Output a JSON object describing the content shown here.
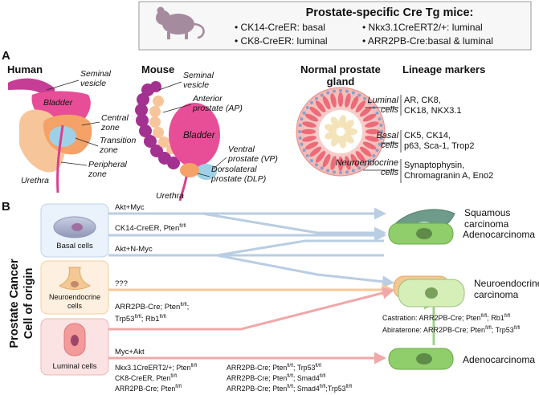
{
  "top_box": {
    "title": "Prostate-specific Cre Tg mice:",
    "items": [
      "CK14-CreER: basal",
      "CK8-CreER: luminal",
      "Nkx3.1CreERT2/+: luminal",
      "ARR2PB-Cre:basal & luminal"
    ]
  },
  "panel_a": {
    "label": "A",
    "human": {
      "title": "Human",
      "seminal": [
        "Seminal",
        "vesicle"
      ],
      "bladder": "Bladder",
      "central": [
        "Central",
        "zone"
      ],
      "transition": [
        "Transition",
        "zone"
      ],
      "peripheral": [
        "Peripheral",
        "zone"
      ],
      "urethra": "Urethra"
    },
    "mouse": {
      "title": "Mouse",
      "seminal": [
        "Seminal",
        "vesicle"
      ],
      "anterior": [
        "Anterior",
        "prostate (AP)"
      ],
      "bladder": "Bladder",
      "ventral": [
        "Ventral",
        "prostate (VP)"
      ],
      "dorsolateral": [
        "Dorsolateral",
        "prostate (DLP)"
      ],
      "urethra": "Urethra"
    },
    "normal": {
      "title": [
        "Normal prostate",
        "gland"
      ],
      "luminal": [
        "Luminal",
        "cells"
      ],
      "basal": [
        "Basal",
        "cells"
      ],
      "neuro": [
        "Neuroendocrine",
        "cells"
      ]
    },
    "lineage": {
      "title": "Lineage markers",
      "luminal": [
        "AR, CK8,",
        "CK18, NKX3.1"
      ],
      "basal": [
        "CK5, CK14,",
        "p63, Sca-1, Trop2"
      ],
      "neuro": [
        "Synaptophysin,",
        "Chromagranin A, Eno2"
      ]
    }
  },
  "panel_b": {
    "label": "B",
    "side_title": [
      "Prostate Cancer",
      "Cell of origin"
    ],
    "cells": {
      "basal": "Basal cells",
      "neuro": [
        "Neuroendocrine",
        "cells"
      ],
      "luminal": "Luminal cells"
    },
    "arrows": {
      "akt_myc": "Akt+Myc",
      "ck14": "CK14-CreER, Pten",
      "ck14_sup": "fl/fl",
      "akt_nmyc": "Akt+N-Myc",
      "qqq": "???",
      "arr_line1": "ARR2PB-Cre; Pten",
      "arr_line1_sup": "fl/fl",
      "arr_line1_end": ";",
      "arr_line2a": "Trp53",
      "arr_line2a_sup": "fl/fl",
      "arr_line2b": "; Rb1",
      "arr_line2b_sup": "fl/fl",
      "myc_akt": "Myc+Akt"
    },
    "outcomes": {
      "squamous": [
        "Squamous",
        "carcinoma"
      ],
      "adeno_top": "Adenocarcinoma",
      "neuro": [
        "Neuroendocrine",
        "carcinoma"
      ],
      "adeno_bottom": "Adenocarcinoma"
    },
    "neuro_notes": {
      "castration": "Castration: ARR2PB-Cre; Pten",
      "castration_sup1": "fl/fl",
      "castration_mid": "; Rb1",
      "castration_sup2": "fl/fl",
      "abiraterone": "Abiraterone: ARR2PB-Cre; Pten",
      "abiraterone_sup1": "fl/fl",
      "abiraterone_mid": "; Trp53",
      "abiraterone_sup2": "fl/fl"
    },
    "bottom_models": {
      "col1": [
        {
          "text": "Nkx3.1CreERT2/+; Pten",
          "sup": "fl/fl"
        },
        {
          "text": "CK8-CreER, Pten",
          "sup": "fl/fl"
        },
        {
          "text": "ARR2PB-Cre; Pten",
          "sup": "fl/fl"
        }
      ],
      "col2": [
        {
          "text": "ARR2PB-Cre; Pten",
          "sup": "fl/fl",
          "text2": "; Trp53",
          "sup2": "fl/fl",
          "text3": "",
          "sup3": ""
        },
        {
          "text": "ARR2PB-Cre; Pten",
          "sup": "fl/fl",
          "text2": "; Smad4",
          "sup2": "fl/fl",
          "text3": "",
          "sup3": ""
        },
        {
          "text": "ARR2PB-Cre; Pten",
          "sup": "fl/fl",
          "text2": "; Smad4",
          "sup2": "fl/fl",
          "text3": ";Trp53",
          "sup3": "fl/fl"
        }
      ]
    }
  }
}
